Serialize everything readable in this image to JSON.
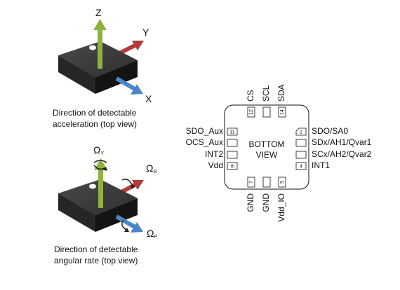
{
  "figure1": {
    "axis_z": "Z",
    "axis_y": "Y",
    "axis_x": "X",
    "caption_line1": "Direction of detectable",
    "caption_line2": "acceleration (top view)"
  },
  "figure2": {
    "omega_y": "Ω",
    "omega_y_sub": "Y",
    "omega_r": "Ω",
    "omega_r_sub": "R",
    "omega_p": "Ω",
    "omega_p_sub": "P",
    "caption_line1": "Direction of detectable",
    "caption_line2": "angular rate (top view)"
  },
  "package": {
    "center_line1": "BOTTOM",
    "center_line2": "VIEW",
    "top_labels": [
      "CS",
      "SCL",
      "SDA"
    ],
    "top_pin_numbers": [
      "12",
      "",
      "14"
    ],
    "left_labels": [
      "SDO_Aux",
      "OCS_Aux",
      "INT2",
      "Vdd"
    ],
    "left_pin_numbers": [
      "11",
      "",
      "",
      "8"
    ],
    "right_labels": [
      "SDO/SA0",
      "SDx/AH1/Qvar1",
      "SCx/AH2/Qvar2",
      "INT1"
    ],
    "right_pin_numbers": [
      "1",
      "",
      "",
      "4"
    ],
    "bottom_labels": [
      "GND",
      "GND",
      "Vdd_IO"
    ],
    "bottom_pin_numbers": [
      "7",
      "",
      "5"
    ]
  },
  "colors": {
    "green_arrow": "#8cb342",
    "red_arrow": "#b43a3a",
    "blue_arrow": "#4a86c8",
    "cube_top": "#3c3c3c",
    "cube_side": "#1c1c1c"
  }
}
